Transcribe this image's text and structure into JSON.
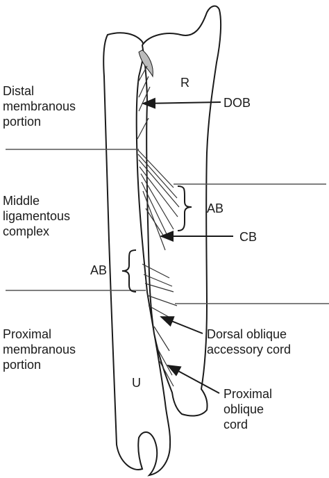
{
  "region_labels": {
    "distal": [
      "Distal",
      "membranous",
      "portion"
    ],
    "middle": [
      "Middle",
      "ligamentous",
      "complex"
    ],
    "proximal": [
      "Proximal",
      "membranous",
      "portion"
    ]
  },
  "bone_labels": {
    "radius": "R",
    "ulna": "U"
  },
  "structure_labels": {
    "dob": "DOB",
    "ab_right": "AB",
    "cb": "CB",
    "ab_left": "AB",
    "dorsal_oblique": [
      "Dorsal oblique",
      "accessory cord"
    ],
    "proximal_oblique": [
      "Proximal",
      "oblique",
      "cord"
    ]
  },
  "colors": {
    "line": "#555555",
    "ink": "#1a1a1a",
    "bone_fill": "#ffffff",
    "shade": "#cfcfcf"
  }
}
